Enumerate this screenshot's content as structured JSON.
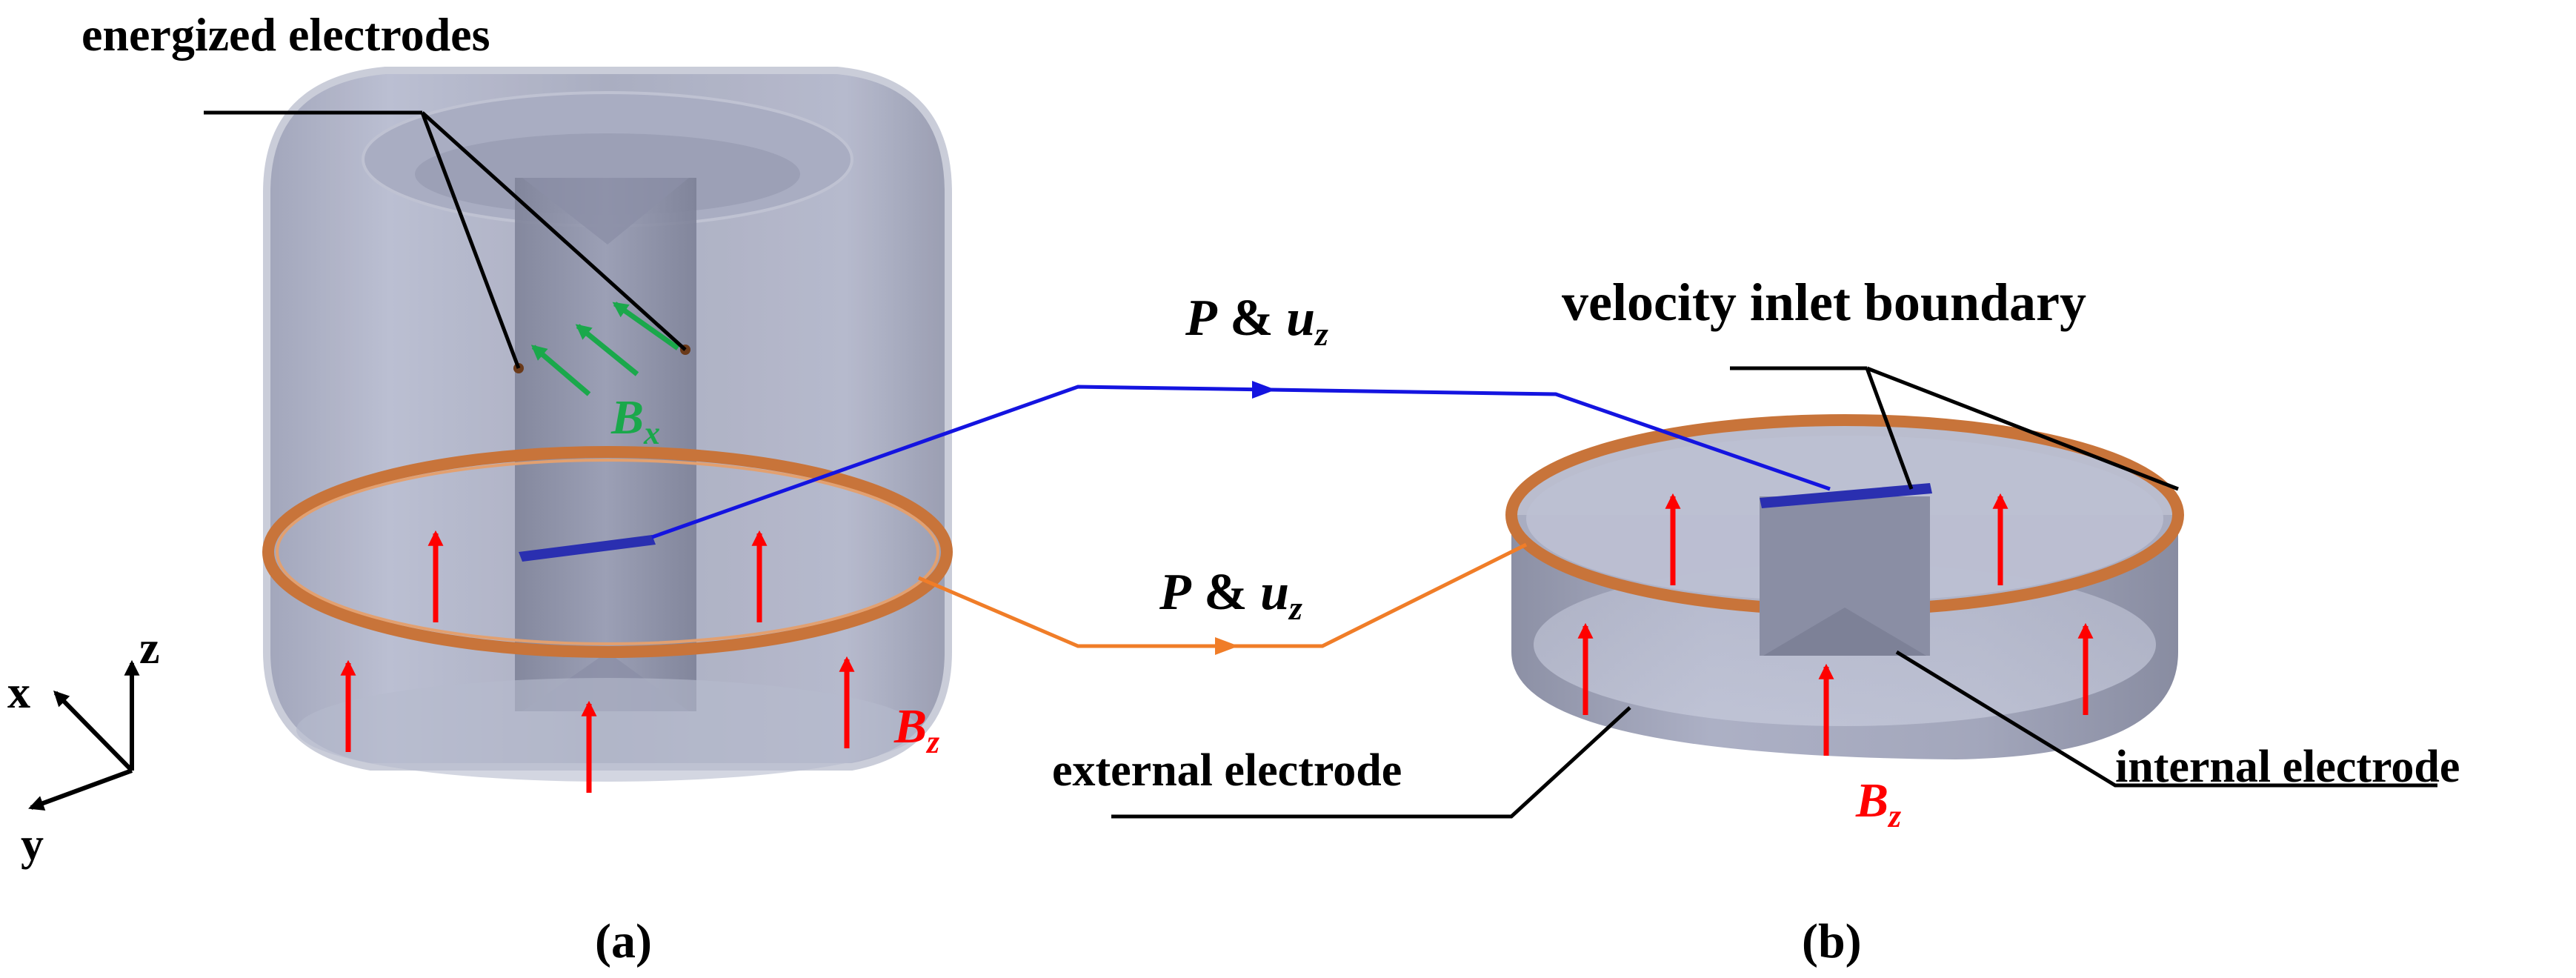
{
  "labels": {
    "energized_electrodes": "energized electrodes",
    "velocity_inlet_boundary": "velocity inlet boundary",
    "external_electrode": "external electrode",
    "internal_electrode": "internal electrode",
    "panel_a": "(a)",
    "panel_b": "(b)"
  },
  "coupling": {
    "top": {
      "main": "P",
      "amp": " & ",
      "var": "u",
      "sub": "z"
    },
    "bottom": {
      "main": "P",
      "amp": " & ",
      "var": "u",
      "sub": "z"
    }
  },
  "field": {
    "bx": {
      "main": "B",
      "sub": "x"
    },
    "bz_a": {
      "main": "B",
      "sub": "z"
    },
    "bz_b": {
      "main": "B",
      "sub": "z"
    }
  },
  "axes": {
    "x": "x",
    "y": "y",
    "z": "z"
  },
  "colors": {
    "field_z": "#ff0000",
    "field_x": "#1aa84b",
    "link_top": "#1414e0",
    "link_bottom": "#f07d28",
    "ring": "#c8743a",
    "vessel": "#8e93a8"
  }
}
